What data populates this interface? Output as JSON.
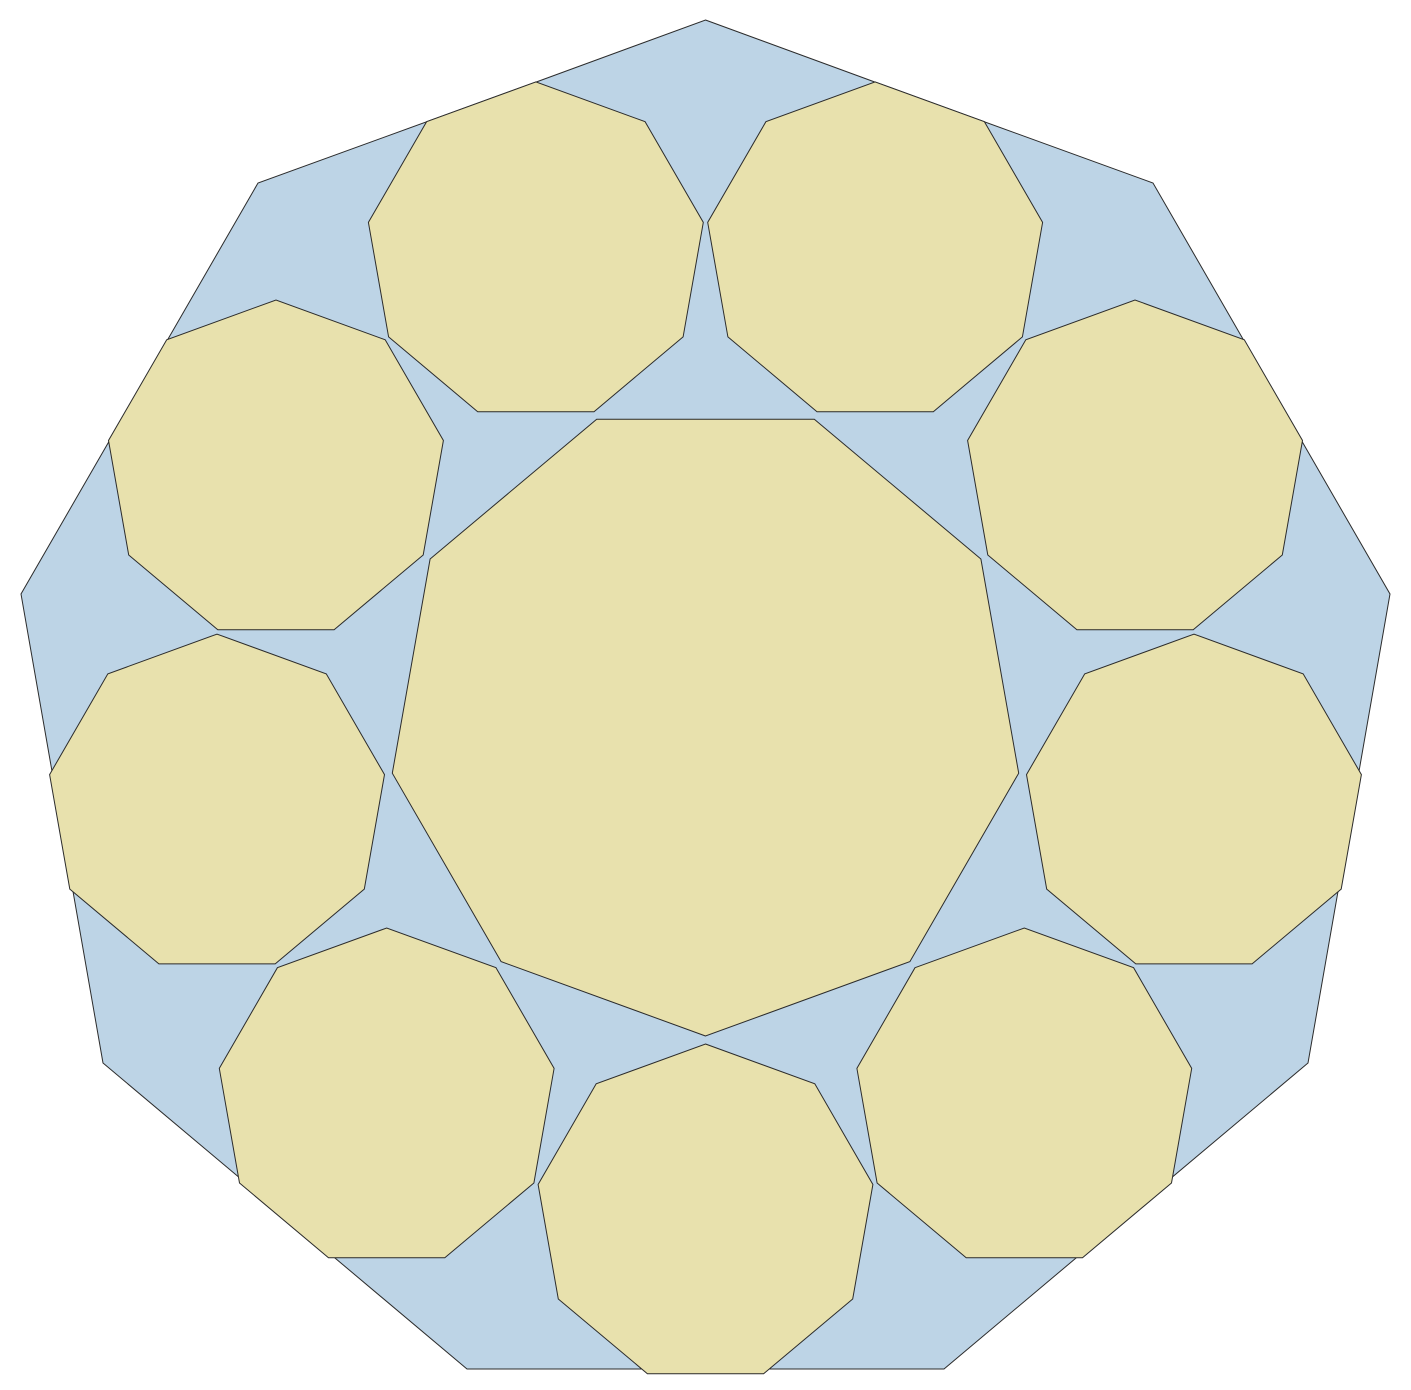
{
  "diagram": {
    "kind": "nonagon-tiling",
    "outer_shape": "nonagon",
    "outer_fill": "#bdd4e6",
    "inner_fill": "#e8e1ad",
    "stroke": "#2b2b2b",
    "center_nonagon_count": 1,
    "ring_nonagon_count": 9
  }
}
